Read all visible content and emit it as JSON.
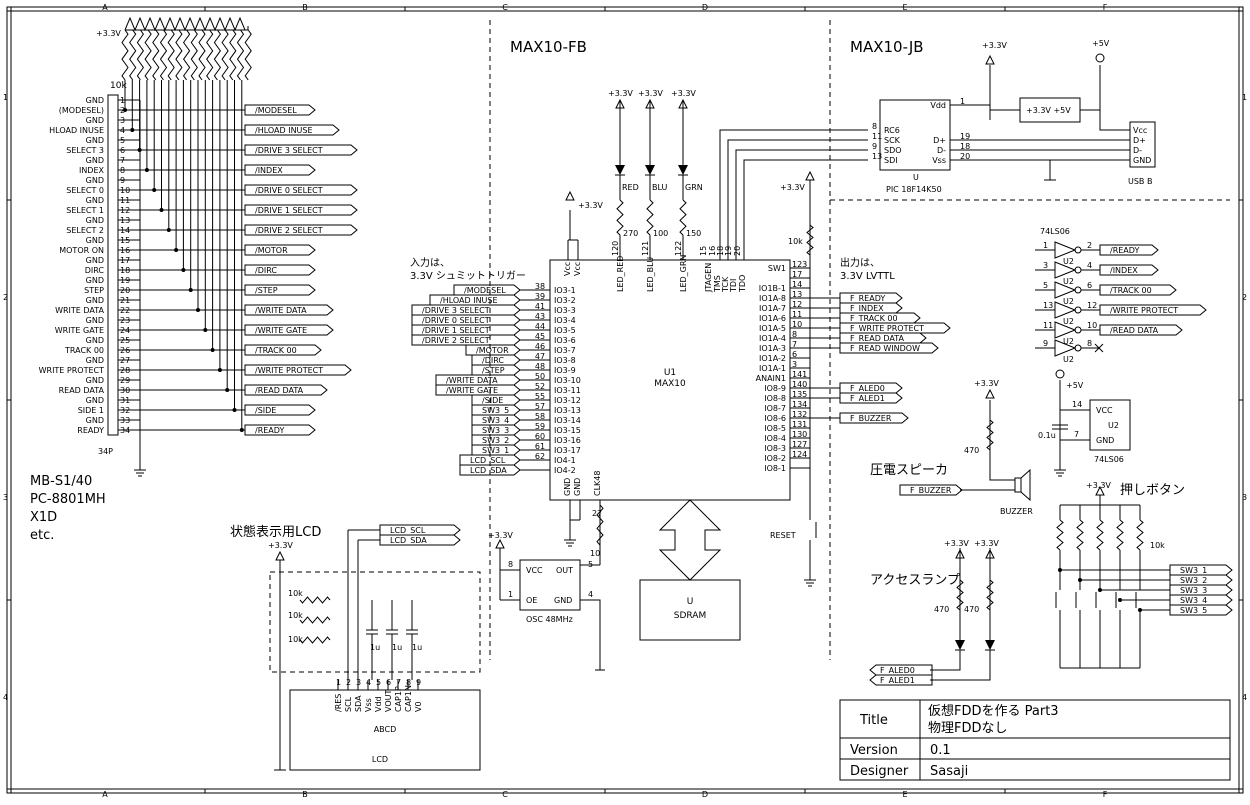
{
  "sheet": {
    "cols": [
      "A",
      "B",
      "C",
      "D",
      "E",
      "F"
    ],
    "rows": [
      "1",
      "2",
      "3",
      "4"
    ]
  },
  "sections": {
    "fb": "MAX10-FB",
    "jb": "MAX10-JB",
    "input_note_1": "入力は、",
    "input_note_2": "3.3V シュミットトリガー",
    "output_note_1": "出力は、",
    "output_note_2": "3.3V LVTTL",
    "machines": [
      "MB-S1/40",
      "PC-8801MH",
      "X1D",
      "etc."
    ],
    "lcd_title": "状態表示用LCD",
    "buzzer_title": "圧電スピーカ",
    "lamp_title": "アクセスランプ",
    "button_title": "押しボタン"
  },
  "power": {
    "v33": "+3.3V",
    "v5": "+5V"
  },
  "connector": {
    "name": "34P",
    "pullup": "10k",
    "pins": [
      {
        "label": "GND",
        "num": "1"
      },
      {
        "label": "(MODESEL)",
        "num": "2"
      },
      {
        "label": "GND",
        "num": "3"
      },
      {
        "label": "HLOAD INUSE",
        "num": "4"
      },
      {
        "label": "GND",
        "num": "5"
      },
      {
        "label": "SELECT 3",
        "num": "6"
      },
      {
        "label": "GND",
        "num": "7"
      },
      {
        "label": "INDEX",
        "num": "8"
      },
      {
        "label": "GND",
        "num": "9"
      },
      {
        "label": "SELECT 0",
        "num": "10"
      },
      {
        "label": "GND",
        "num": "11"
      },
      {
        "label": "SELECT 1",
        "num": "12"
      },
      {
        "label": "GND",
        "num": "13"
      },
      {
        "label": "SELECT 2",
        "num": "14"
      },
      {
        "label": "GND",
        "num": "15"
      },
      {
        "label": "MOTOR ON",
        "num": "16"
      },
      {
        "label": "GND",
        "num": "17"
      },
      {
        "label": "DIRC",
        "num": "18"
      },
      {
        "label": "GND",
        "num": "19"
      },
      {
        "label": "STEP",
        "num": "20"
      },
      {
        "label": "GND",
        "num": "21"
      },
      {
        "label": "WRITE DATA",
        "num": "22"
      },
      {
        "label": "GND",
        "num": "23"
      },
      {
        "label": "WRITE GATE",
        "num": "24"
      },
      {
        "label": "GND",
        "num": "25"
      },
      {
        "label": "TRACK 00",
        "num": "26"
      },
      {
        "label": "GND",
        "num": "27"
      },
      {
        "label": "WRITE PROTECT",
        "num": "28"
      },
      {
        "label": "GND",
        "num": "29"
      },
      {
        "label": "READ DATA",
        "num": "30"
      },
      {
        "label": "GND",
        "num": "31"
      },
      {
        "label": "SIDE 1",
        "num": "32"
      },
      {
        "label": "GND",
        "num": "33"
      },
      {
        "label": "READY",
        "num": "34"
      }
    ],
    "nets": [
      {
        "name": "/MODESEL",
        "row": 2
      },
      {
        "name": "/HLOAD INUSE",
        "row": 4
      },
      {
        "name": "/DRIVE 3 SELECT",
        "row": 6
      },
      {
        "name": "/INDEX",
        "row": 8
      },
      {
        "name": "/DRIVE 0 SELECT",
        "row": 10
      },
      {
        "name": "/DRIVE 1 SELECT",
        "row": 12
      },
      {
        "name": "/DRIVE 2 SELECT",
        "row": 14
      },
      {
        "name": "/MOTOR",
        "row": 16
      },
      {
        "name": "/DIRC",
        "row": 18
      },
      {
        "name": "/STEP",
        "row": 20
      },
      {
        "name": "/WRITE DATA",
        "row": 22
      },
      {
        "name": "/WRITE GATE",
        "row": 24
      },
      {
        "name": "/TRACK 00",
        "row": 26
      },
      {
        "name": "/WRITE PROTECT",
        "row": 28
      },
      {
        "name": "/READ DATA",
        "row": 30
      },
      {
        "name": "/SIDE",
        "row": 32
      },
      {
        "name": "/READY",
        "row": 34
      }
    ]
  },
  "fpga": {
    "ref": "U1",
    "part": "MAX10",
    "left_nets": [
      "/MODESEL",
      "/HLOAD INUSE",
      "/DRIVE 3 SELECT",
      "/DRIVE 0 SELECT",
      "/DRIVE 1 SELECT",
      "/DRIVE 2 SELECT",
      "/MOTOR",
      "/DIRC",
      "/STEP",
      "/WRITE DATA",
      "/WRITE GATE",
      "/SIDE",
      "SW3_5",
      "SW3_4",
      "SW3_3",
      "SW3_2",
      "SW3_1",
      "LCD_SCL",
      "LCD_SDA"
    ],
    "left_pins": [
      {
        "num": "38",
        "name": "IO3-1"
      },
      {
        "num": "39",
        "name": "IO3-2"
      },
      {
        "num": "41",
        "name": "IO3-3"
      },
      {
        "num": "43",
        "name": "IO3-4"
      },
      {
        "num": "44",
        "name": "IO3-5"
      },
      {
        "num": "45",
        "name": "IO3-6"
      },
      {
        "num": "46",
        "name": "IO3-7"
      },
      {
        "num": "47",
        "name": "IO3-8"
      },
      {
        "num": "48",
        "name": "IO3-9"
      },
      {
        "num": "50",
        "name": "IO3-10"
      },
      {
        "num": "52",
        "name": "IO3-11"
      },
      {
        "num": "55",
        "name": "IO3-12"
      },
      {
        "num": "57",
        "name": "IO3-13"
      },
      {
        "num": "58",
        "name": "IO3-14"
      },
      {
        "num": "59",
        "name": "IO3-15"
      },
      {
        "num": "60",
        "name": "IO3-16"
      },
      {
        "num": "61",
        "name": "IO3-17"
      },
      {
        "num": "62",
        "name": "IO4-1"
      },
      {
        "num": "",
        "name": "IO4-2"
      }
    ],
    "right_pins": [
      {
        "num": "123",
        "name": "SW1"
      },
      {
        "num": "17",
        "name": ""
      },
      {
        "num": "14",
        "name": "IO1B-1"
      },
      {
        "num": "13",
        "name": "IO1A-8"
      },
      {
        "num": "12",
        "name": "IO1A-7"
      },
      {
        "num": "11",
        "name": "IO1A-6"
      },
      {
        "num": "10",
        "name": "IO1A-5"
      },
      {
        "num": "8",
        "name": "IO1A-4"
      },
      {
        "num": "7",
        "name": "IO1A-3"
      },
      {
        "num": "6",
        "name": "IO1A-2"
      },
      {
        "num": "3",
        "name": "IO1A-1"
      },
      {
        "num": "141",
        "name": "ANAIN1"
      },
      {
        "num": "140",
        "name": "IO8-9"
      },
      {
        "num": "135",
        "name": "IO8-8"
      },
      {
        "num": "134",
        "name": "IO8-7"
      },
      {
        "num": "132",
        "name": "IO8-6"
      },
      {
        "num": "131",
        "name": "IO8-5"
      },
      {
        "num": "130",
        "name": "IO8-4"
      },
      {
        "num": "127",
        "name": "IO8-3"
      },
      {
        "num": "124",
        "name": "IO8-2"
      },
      {
        "num": "",
        "name": "IO8-1"
      }
    ],
    "top_pins": [
      {
        "num": "120",
        "name": "LED_RED"
      },
      {
        "num": "121",
        "name": "LED_BLU"
      },
      {
        "num": "122",
        "name": "LED_GRN"
      },
      {
        "num": "15",
        "name": "JTAGEN"
      },
      {
        "num": "16",
        "name": "TMS"
      },
      {
        "num": "18",
        "name": "TCK"
      },
      {
        "num": "19",
        "name": "TDI"
      },
      {
        "num": "20",
        "name": "TDO"
      }
    ],
    "vcc": "Vcc",
    "gnd": "GND",
    "clk": "CLK48",
    "clk_pin": "27",
    "right_nets": [
      "F_READY",
      "F_INDEX",
      "F_TRACK 00",
      "F_WRITE PROTECT",
      "F_READ DATA",
      "F_READ WINDOW",
      "F_ALED0",
      "F_ALED1",
      "F_BUZZER"
    ],
    "reset": "RESET",
    "reset_res": "10k"
  },
  "leds": [
    {
      "name": "RED",
      "res": "270"
    },
    {
      "name": "BLU",
      "res": "100"
    },
    {
      "name": "GRN",
      "res": "150"
    }
  ],
  "sdram": {
    "ref": "U",
    "name": "SDRAM"
  },
  "osc": {
    "name": "OSC 48MHz",
    "vcc": "VCC",
    "out": "OUT",
    "oe": "OE",
    "gnd": "GND",
    "p8": "8",
    "p5": "5",
    "p1": "1",
    "p4": "4",
    "res": "10"
  },
  "pic": {
    "ref": "U",
    "name": "PIC 18F14K50",
    "left": [
      {
        "num": "8",
        "name": "RC6"
      },
      {
        "num": "11",
        "name": "SCK"
      },
      {
        "num": "9",
        "name": "SDO"
      },
      {
        "num": "13",
        "name": "SDI"
      }
    ],
    "right": [
      {
        "num": "1",
        "name": "Vdd"
      },
      {
        "num": "19",
        "name": "D+"
      },
      {
        "num": "18",
        "name": "D-"
      },
      {
        "num": "20",
        "name": "Vss"
      }
    ]
  },
  "regulator": {
    "name": "+3.3V  +5V"
  },
  "usb": {
    "name": "USB B",
    "pins": [
      "Vcc",
      "D+",
      "D-",
      "GND"
    ]
  },
  "inverter": {
    "part": "74LS06",
    "gates": [
      {
        "in": "1",
        "out": "2",
        "net": "/READY"
      },
      {
        "in": "3",
        "out": "4",
        "net": "/INDEX"
      },
      {
        "in": "5",
        "out": "6",
        "net": "/TRACK 00"
      },
      {
        "in": "13",
        "out": "12",
        "net": "/WRITE PROTECT"
      },
      {
        "in": "11",
        "out": "10",
        "net": "/READ DATA"
      },
      {
        "in": "9",
        "out": "8",
        "net": ""
      }
    ],
    "unit": "U2",
    "vcc": "VCC",
    "gnd": "GND",
    "p14": "14",
    "p7": "7",
    "cap": "0.1u"
  },
  "buzzer": {
    "res": "470",
    "name": "BUZZER",
    "net": "F_BUZZER"
  },
  "lamps": {
    "res1": "470",
    "res2": "470",
    "net1": "F_ALED0",
    "net2": "F_ALED1"
  },
  "buttons": {
    "res": "10k",
    "nets": [
      "SW3_1",
      "SW3_2",
      "SW3_3",
      "SW3_4",
      "SW3_5"
    ]
  },
  "lcd": {
    "name": "ABCD",
    "part": "LCD",
    "pins": [
      "/RES",
      "SCL",
      "SDA",
      "Vss",
      "Vdd",
      "VOUT",
      "CAP1P",
      "CAP1N",
      "V0"
    ],
    "nums": [
      "1",
      "2",
      "3",
      "4",
      "5",
      "6",
      "7",
      "8",
      "9"
    ],
    "r": [
      "10k",
      "10k",
      "10k"
    ],
    "caps": [
      "1u",
      "1u",
      "1u"
    ],
    "nets": [
      "LCD_SCL",
      "LCD_SDA"
    ]
  },
  "title_block": {
    "title_label": "Title",
    "title_1": "仮想FDDを作る Part3",
    "title_2": "物理FDDなし",
    "version_label": "Version",
    "version": "0.1",
    "designer_label": "Designer",
    "designer": "Sasaji"
  }
}
